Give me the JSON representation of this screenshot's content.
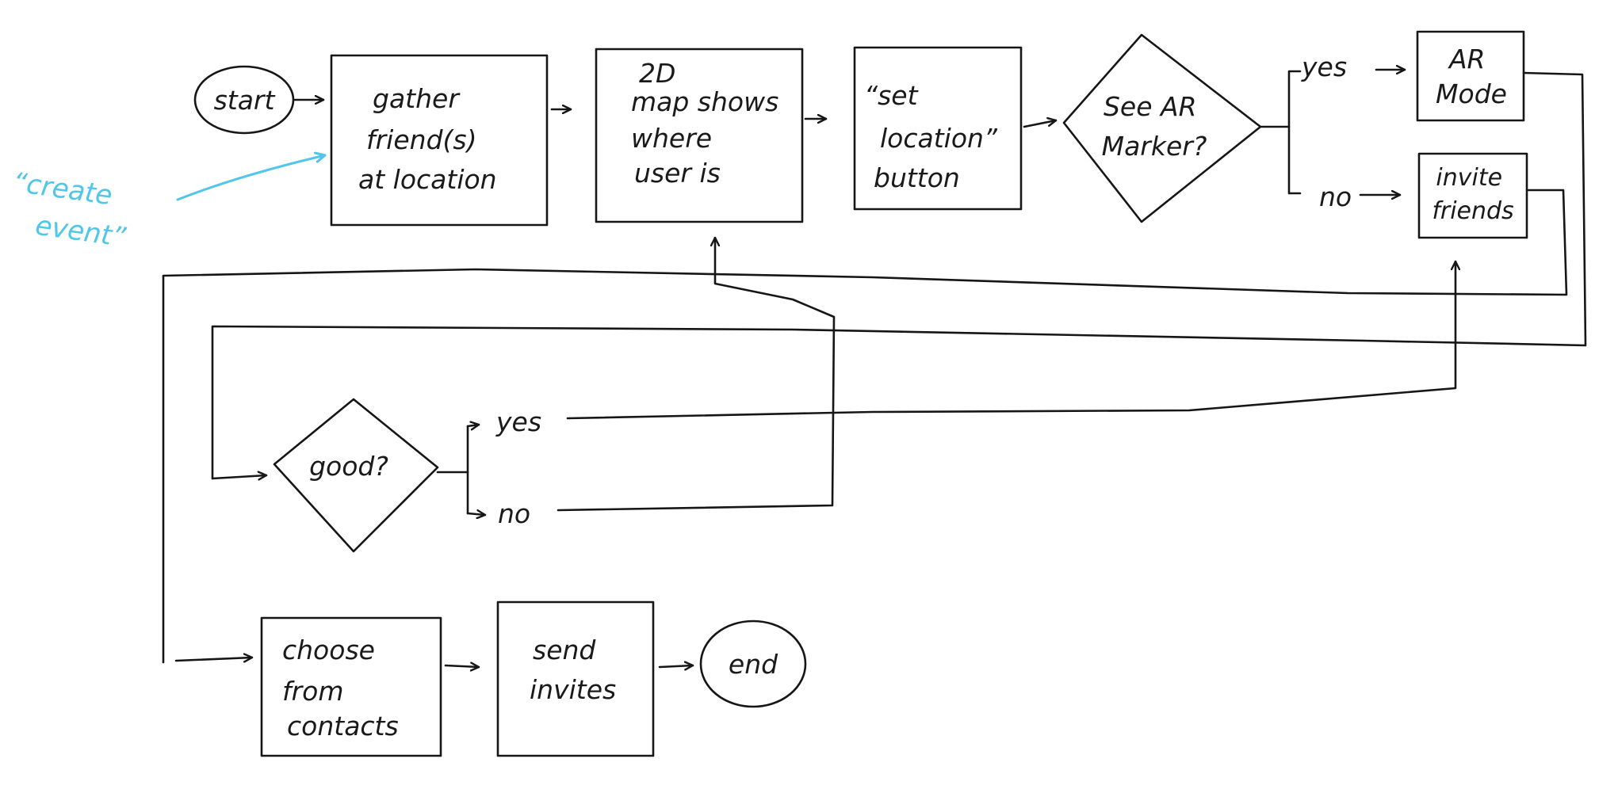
{
  "nodes": {
    "start": {
      "lines": [
        "start"
      ]
    },
    "gather": {
      "lines": [
        "gather",
        "friend(s)",
        "at location"
      ]
    },
    "map2d": {
      "lines": [
        "2D",
        "map shows",
        "where",
        "user is"
      ]
    },
    "set_location": {
      "lines": [
        "“set",
        "location”",
        "button"
      ]
    },
    "see_ar": {
      "lines": [
        "See AR",
        "Marker?"
      ]
    },
    "ar_mode": {
      "lines": [
        "AR",
        "Mode"
      ]
    },
    "invite": {
      "lines": [
        "invite",
        "friends"
      ]
    },
    "good": {
      "lines": [
        "good?"
      ]
    },
    "choose": {
      "lines": [
        "choose",
        "from",
        "contacts"
      ]
    },
    "send": {
      "lines": [
        "send",
        "invites"
      ]
    },
    "end": {
      "lines": [
        "end"
      ]
    }
  },
  "edge_labels": {
    "see_ar_yes": "yes",
    "see_ar_no": "no",
    "good_yes": "yes",
    "good_no": "no"
  },
  "annotation": {
    "lines": [
      "“create",
      "event”"
    ],
    "color": "#4fc6ea"
  },
  "ink_color": "#161616"
}
